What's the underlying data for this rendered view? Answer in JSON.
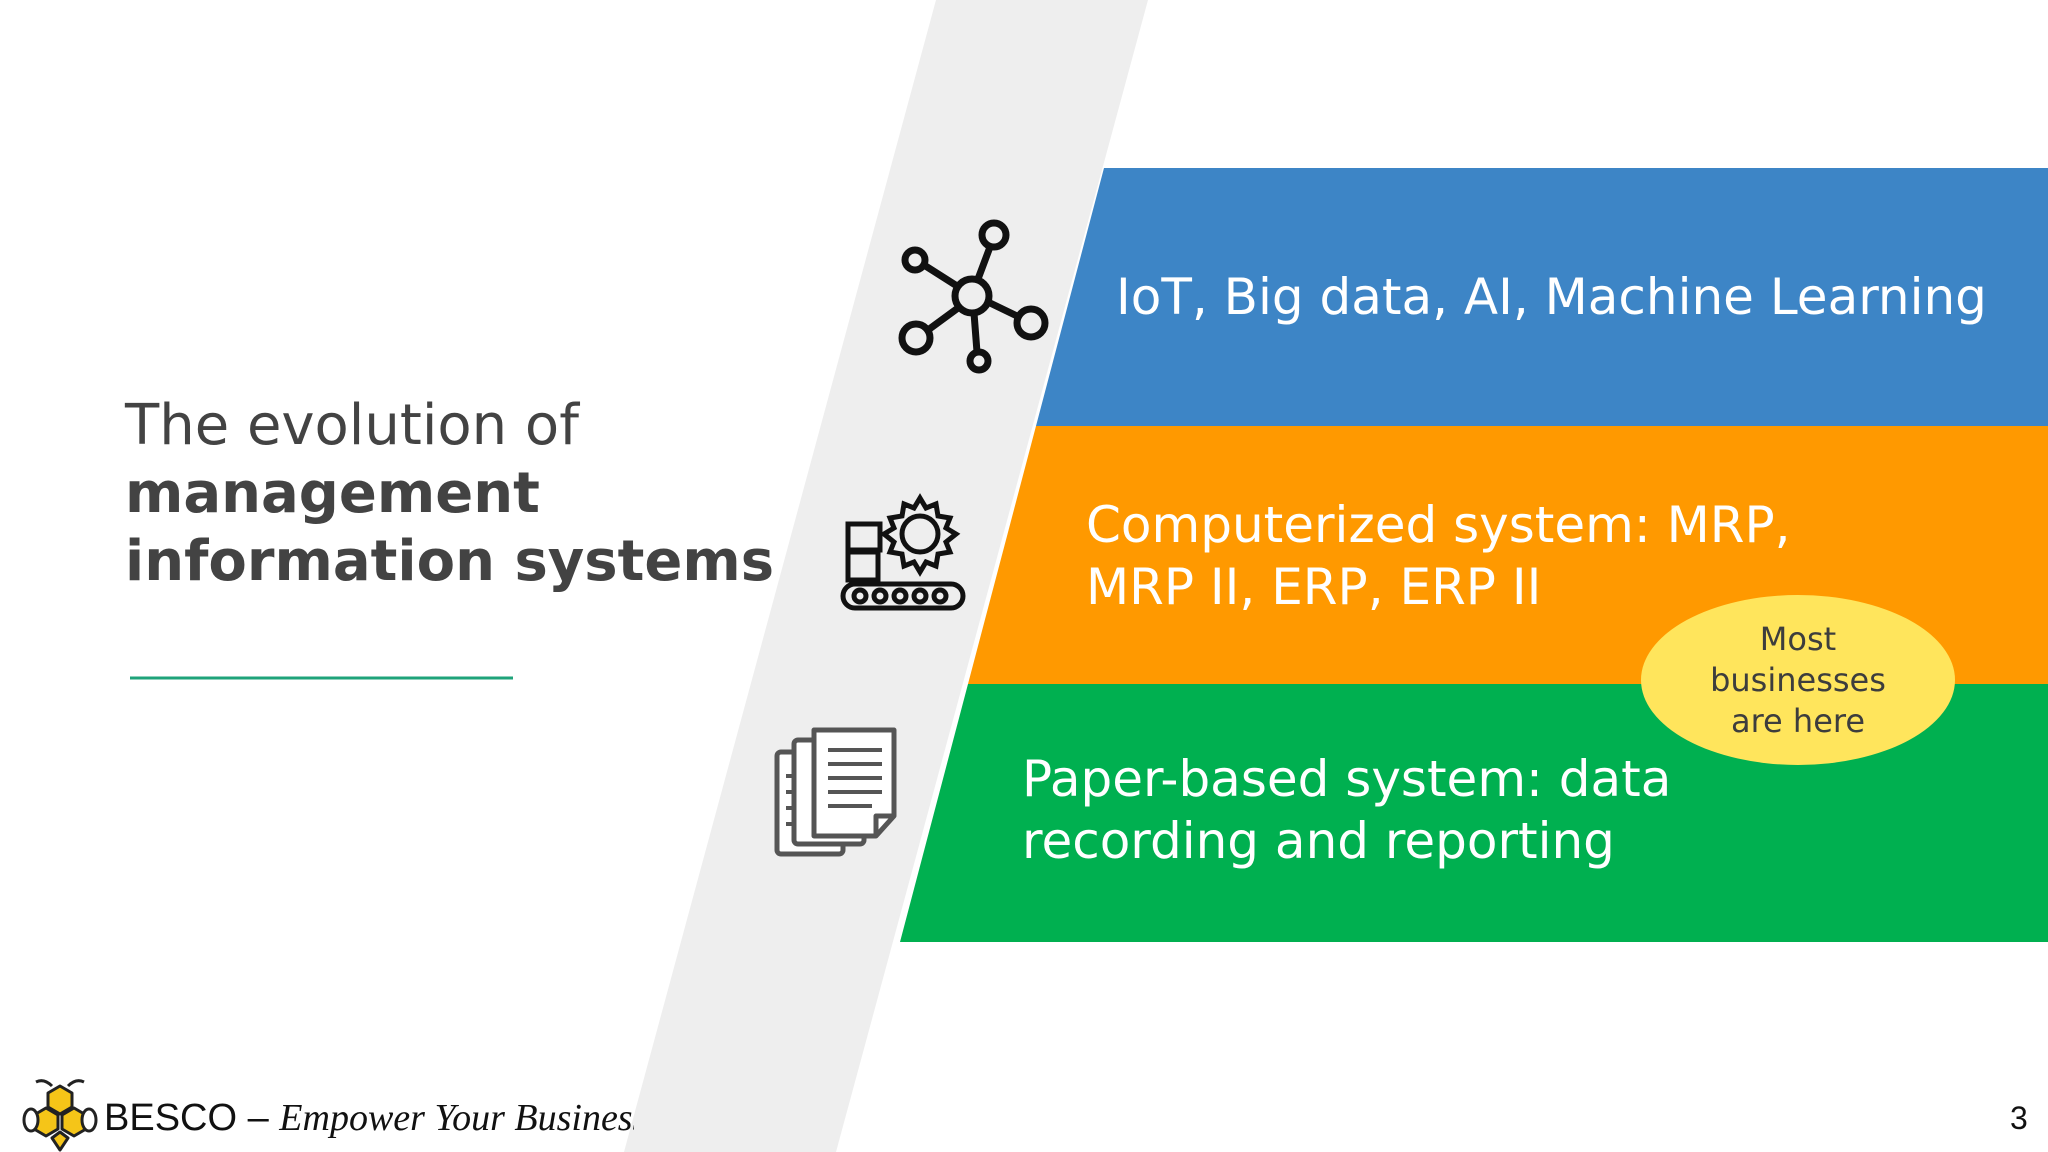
{
  "slide": {
    "title_line1": "The evolution of",
    "title_line2": "management",
    "title_line3": "information systems",
    "page_number": "3"
  },
  "bands": [
    {
      "label_line1": "IoT, Big data, AI, Machine Learning",
      "label_line2": "",
      "color": "#3d85c6",
      "icon": "network-icon"
    },
    {
      "label_line1": "Computerized system: MRP,",
      "label_line2": "MRP II, ERP, ERP II",
      "color": "#ff9900",
      "icon": "conveyor-gear-icon"
    },
    {
      "label_line1": "Paper-based system: data",
      "label_line2": "recording and reporting",
      "color": "#00b050",
      "icon": "documents-icon"
    }
  ],
  "callout": {
    "line1": "Most",
    "line2": "businesses",
    "line3": "are here",
    "color": "#ffe55c"
  },
  "footer": {
    "brand": "BESCO",
    "separator": " – ",
    "tagline": "Empower Your Business",
    "logo": "bee-logo"
  },
  "colors": {
    "divider_line": "#1fa37a",
    "diagonal_band": "#eeeeee",
    "title_text": "#434343"
  }
}
